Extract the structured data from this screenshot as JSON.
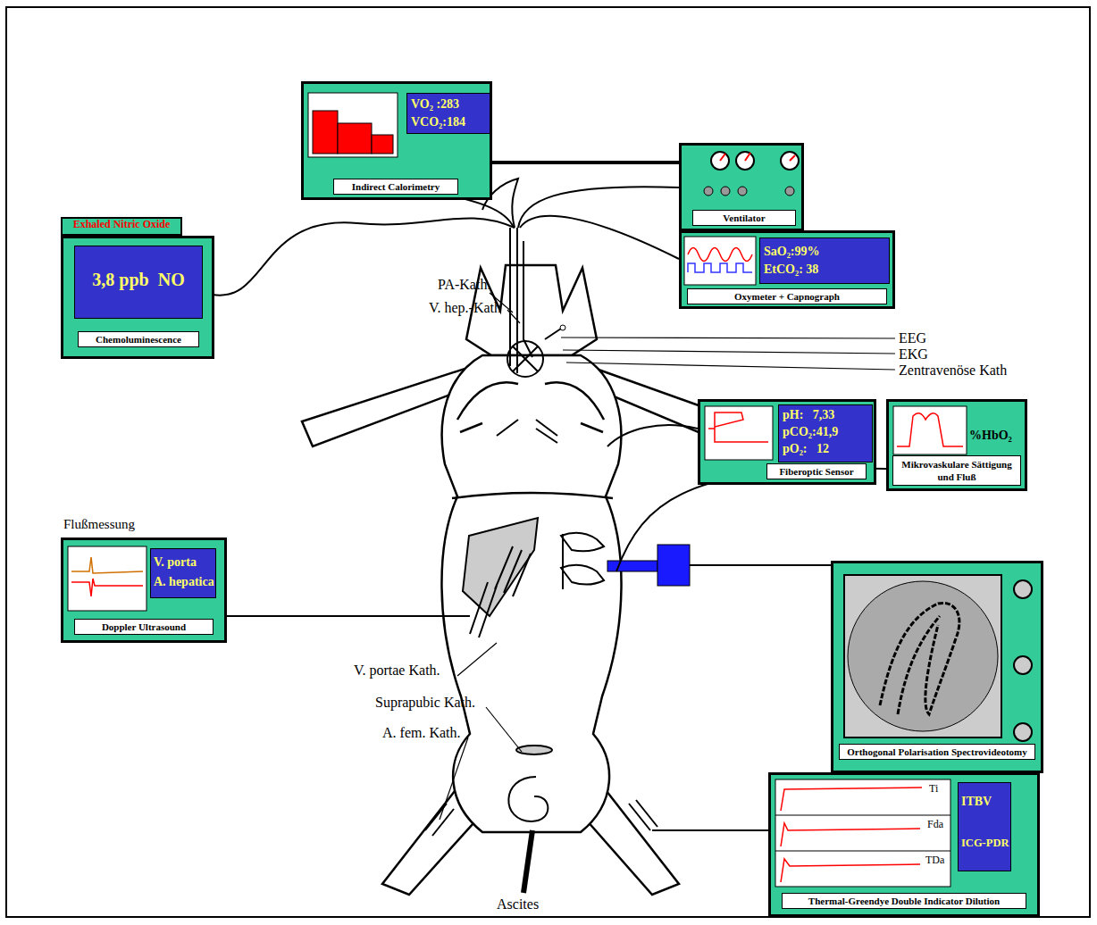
{
  "diagram": {
    "nodes": [
      {
        "text": [
          "Indirect Calorimetry"
        ]
      },
      {
        "text": [
          "VO₂ :283",
          "VCO₂:184"
        ],
        "in": 0
      },
      {
        "text": [
          "Ventilator"
        ]
      },
      {
        "text": [
          "Exhaled Nitric Oxide"
        ]
      },
      {
        "text": [
          "Chemoluminescence"
        ]
      },
      {
        "text": [
          "3,8 ppb  NO"
        ],
        "in": 4
      },
      {
        "text": [
          "Oxymeter + Capnograph"
        ]
      },
      {
        "text": [
          "SaO₂:99%",
          "EtCO₂: 38"
        ],
        "in": 6
      },
      {
        "text": [
          "Fiberoptic Sensor"
        ]
      },
      {
        "text": [
          "pH:   7,33",
          "pCO₂:41,9",
          "pO₂:   12"
        ],
        "in": 8
      },
      {
        "text": [
          "%HbO₂",
          "Mikrovaskulare Sättigung und Fluß"
        ]
      },
      {
        "text": [
          "Flußmessung",
          "Doppler Ultrasound"
        ]
      },
      {
        "text": [
          "V. porta",
          "A. hepatica"
        ],
        "in": 11
      },
      {
        "text": [
          "Orthogonal Polarisation Spectrovideotomy"
        ]
      },
      {
        "text": [
          "Thermal-Greendye Double Indicator Dilution"
        ]
      },
      {
        "text": [
          "ITBV",
          "ICG-PDR"
        ],
        "in": 14
      }
    ],
    "edges": [
      {
        "from": 0,
        "to": 2,
        "arrow": "none"
      }
    ],
    "labels": [
      "PA-Kath.",
      "V. hep.-Kath",
      "EEG",
      "EKG",
      "Zentravenöse Kath",
      "V. portae Kath.",
      "Suprapubic Kath.",
      "A. fem. Kath.",
      "Ascites",
      "Ti",
      "Fda",
      "TDa"
    ]
  }
}
